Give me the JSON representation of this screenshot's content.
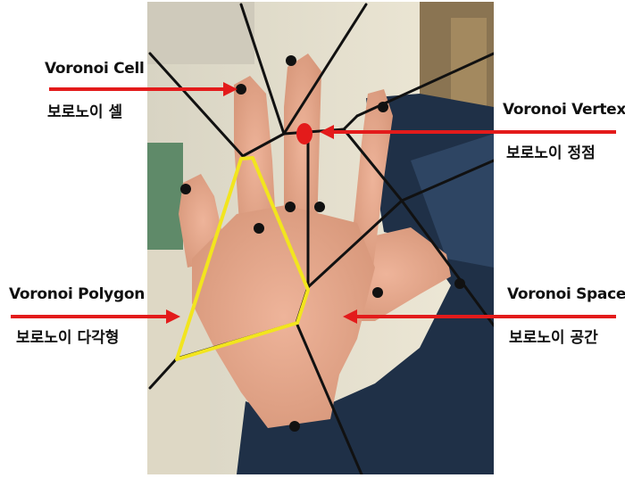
{
  "annotations": {
    "cell": {
      "en": "Voronoi Cell",
      "ko": "보로노이 셀"
    },
    "vertex": {
      "en": "Voronoi Vertex",
      "ko": "보로노이 정점"
    },
    "polygon": {
      "en": "Voronoi Polygon",
      "ko": "보로노이 다각형"
    },
    "space": {
      "en": "Voronoi Space",
      "ko": "보로노이 공간"
    }
  },
  "colors": {
    "arrow": "#e31b1b",
    "polygon_outline": "#f2e51e",
    "voronoi_edges": "#111111",
    "vertex_marker": "#e31b1b",
    "site_points": "#111111",
    "skin": "#e2a68b",
    "sleeve": "#1f3047",
    "background_wall": "#e3dcc9"
  }
}
